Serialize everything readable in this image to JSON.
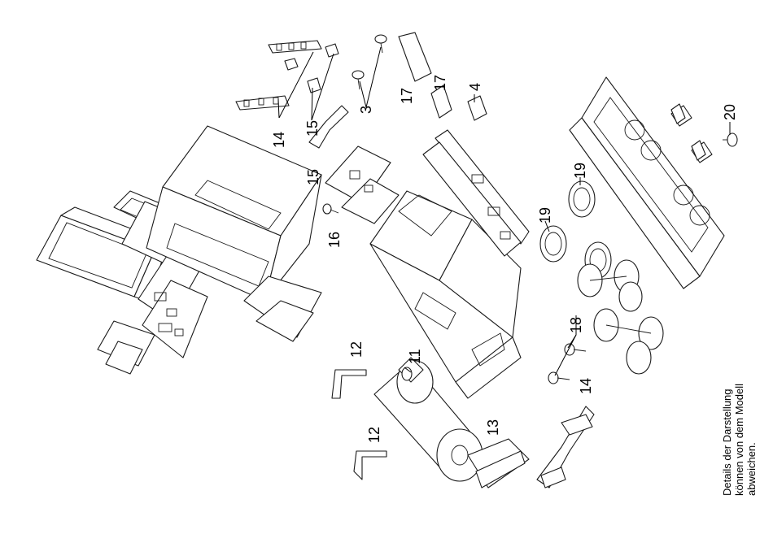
{
  "callouts": {
    "c3": "3",
    "c4": "4",
    "c11": "11",
    "c12a": "12",
    "c12b": "12",
    "c13": "13",
    "c14a": "14",
    "c14b": "14",
    "c15a": "15",
    "c15b": "15",
    "c16": "16",
    "c17a": "17",
    "c17b": "17",
    "c18": "18",
    "c19a": "19",
    "c19b": "19",
    "c20": "20"
  },
  "note": {
    "line1": "Details der Darstellung",
    "line2": "können von dem Modell",
    "line3": "abweichen."
  }
}
